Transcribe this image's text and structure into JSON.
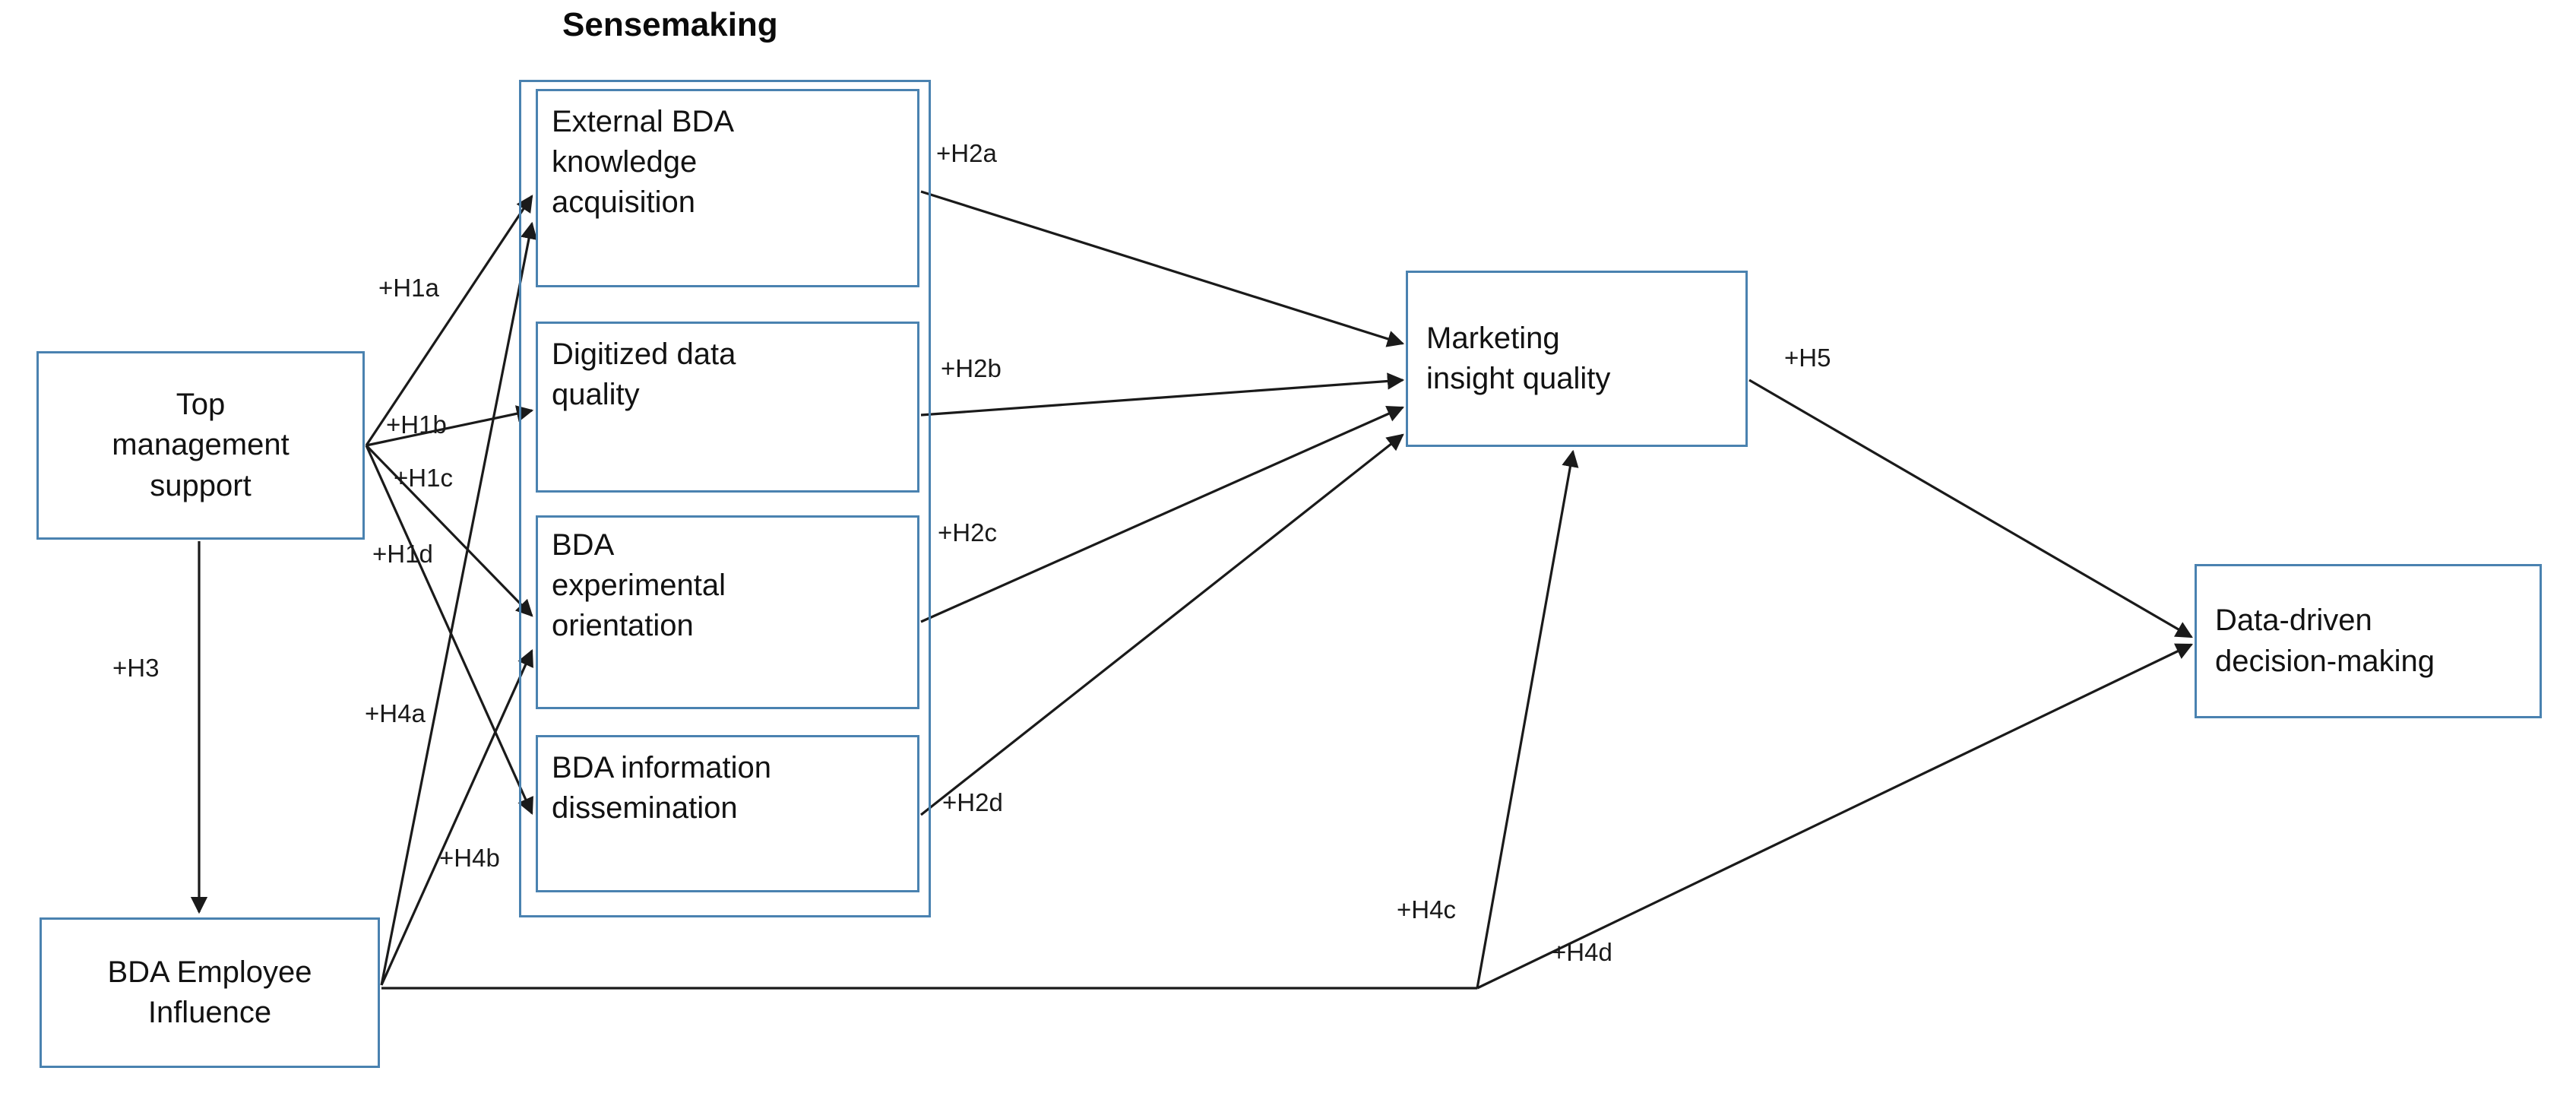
{
  "diagram": {
    "title": "Conceptual research model",
    "accent_color": "#4a82b0",
    "line_color": "#1a1a1a",
    "background_color": "#ffffff"
  },
  "group": {
    "label": "Sensemaking"
  },
  "nodes": {
    "top_management_support": {
      "label": "Top\nmanagement\nsupport"
    },
    "bda_employee_influence": {
      "label": "BDA Employee\nInfluence"
    },
    "external_bda_knowledge_acquisition": {
      "label": "External BDA\nknowledge\nacquisition"
    },
    "digitized_data_quality": {
      "label": "Digitized data\nquality"
    },
    "bda_experimental_orientation": {
      "label": "BDA\nexperimental\norientation"
    },
    "bda_information_dissemination": {
      "label": "BDA information\ndissemination"
    },
    "marketing_insight_quality": {
      "label": "Marketing\ninsight quality"
    },
    "data_driven_decision_making": {
      "label": "Data-driven\ndecision-making"
    }
  },
  "edge_labels": {
    "h1a": "+H1a",
    "h1b": "+H1b",
    "h1c": "+H1c",
    "h1d": "+H1d",
    "h2a": "+H2a",
    "h2b": "+H2b",
    "h2c": "+H2c",
    "h2d": "+H2d",
    "h3": "+H3",
    "h4a": "+H4a",
    "h4b": "+H4b",
    "h4c": "+H4c",
    "h4d": "+H4d",
    "h5": "+H5"
  },
  "chart_data": {
    "type": "diagram",
    "title": "Sensemaking research model",
    "nodes": [
      {
        "id": "top_management_support",
        "label": "Top management support"
      },
      {
        "id": "bda_employee_influence",
        "label": "BDA Employee Influence"
      },
      {
        "id": "external_bda_knowledge_acquisition",
        "label": "External BDA knowledge acquisition",
        "group": "Sensemaking"
      },
      {
        "id": "digitized_data_quality",
        "label": "Digitized data quality",
        "group": "Sensemaking"
      },
      {
        "id": "bda_experimental_orientation",
        "label": "BDA experimental orientation",
        "group": "Sensemaking"
      },
      {
        "id": "bda_information_dissemination",
        "label": "BDA information dissemination",
        "group": "Sensemaking"
      },
      {
        "id": "marketing_insight_quality",
        "label": "Marketing insight quality"
      },
      {
        "id": "data_driven_decision_making",
        "label": "Data-driven decision-making"
      }
    ],
    "edges": [
      {
        "label": "+H1a",
        "from": "top_management_support",
        "to": "external_bda_knowledge_acquisition",
        "sign": "+"
      },
      {
        "label": "+H1b",
        "from": "top_management_support",
        "to": "digitized_data_quality",
        "sign": "+"
      },
      {
        "label": "+H1c",
        "from": "top_management_support",
        "to": "bda_experimental_orientation",
        "sign": "+"
      },
      {
        "label": "+H1d",
        "from": "top_management_support",
        "to": "bda_information_dissemination",
        "sign": "+"
      },
      {
        "label": "+H2a",
        "from": "external_bda_knowledge_acquisition",
        "to": "marketing_insight_quality",
        "sign": "+"
      },
      {
        "label": "+H2b",
        "from": "digitized_data_quality",
        "to": "marketing_insight_quality",
        "sign": "+"
      },
      {
        "label": "+H2c",
        "from": "bda_experimental_orientation",
        "to": "marketing_insight_quality",
        "sign": "+"
      },
      {
        "label": "+H2d",
        "from": "bda_information_dissemination",
        "to": "marketing_insight_quality",
        "sign": "+"
      },
      {
        "label": "+H3",
        "from": "top_management_support",
        "to": "bda_employee_influence",
        "sign": "+"
      },
      {
        "label": "+H4a",
        "from": "bda_employee_influence",
        "to": "external_bda_knowledge_acquisition",
        "sign": "+"
      },
      {
        "label": "+H4b",
        "from": "bda_employee_influence",
        "to": "bda_experimental_orientation",
        "sign": "+"
      },
      {
        "label": "+H4c",
        "from": "bda_employee_influence",
        "to": "marketing_insight_quality",
        "sign": "+"
      },
      {
        "label": "+H4d",
        "from": "bda_employee_influence",
        "to": "data_driven_decision_making",
        "sign": "+"
      },
      {
        "label": "+H5",
        "from": "marketing_insight_quality",
        "to": "data_driven_decision_making",
        "sign": "+"
      }
    ]
  }
}
